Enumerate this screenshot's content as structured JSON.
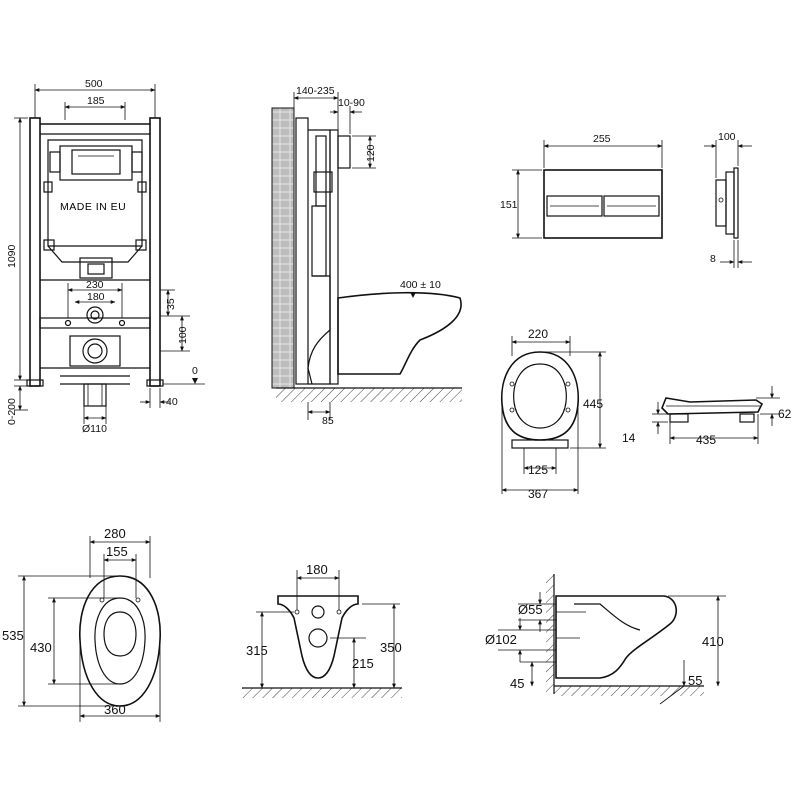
{
  "colors": {
    "line": "#111111",
    "background": "#ffffff",
    "wall": "#cfcfcf"
  },
  "frame_front": {
    "width_total": "500",
    "width_inner": "185",
    "height_total": "1090",
    "plate_label": "MADE IN EU",
    "pipe_spacing": "230",
    "pipe_spacing_inner": "180",
    "dim_35": "35",
    "dim_100": "100",
    "floor_0": "0",
    "floor_adjust": "0-200",
    "dim_40": "40",
    "pipe_diameter": "Ø110"
  },
  "frame_side": {
    "depth": "140-235",
    "wall_adjust": "10-90",
    "flush_height": "120",
    "bowl_height": "400 ± 10",
    "dim_85": "85"
  },
  "flush_plate": {
    "width": "255",
    "height": "151",
    "depth": "100",
    "thickness": "8"
  },
  "seat_top": {
    "width": "220",
    "length": "445",
    "hinge": "125",
    "outer_width": "367"
  },
  "seat_side": {
    "height": "62",
    "base": "14",
    "length": "435"
  },
  "bowl_top": {
    "width_top": "280",
    "width_inner": "155",
    "length": "535",
    "inner_length": "430",
    "width_bottom": "360"
  },
  "bowl_back": {
    "spacing": "180",
    "height_left": "315",
    "height_inner": "215",
    "height_right": "350"
  },
  "bowl_side": {
    "inlet_diameter": "Ø55",
    "outlet_diameter": "Ø102",
    "bottom_offset": "45",
    "height": "410",
    "floor_offset": "55"
  }
}
